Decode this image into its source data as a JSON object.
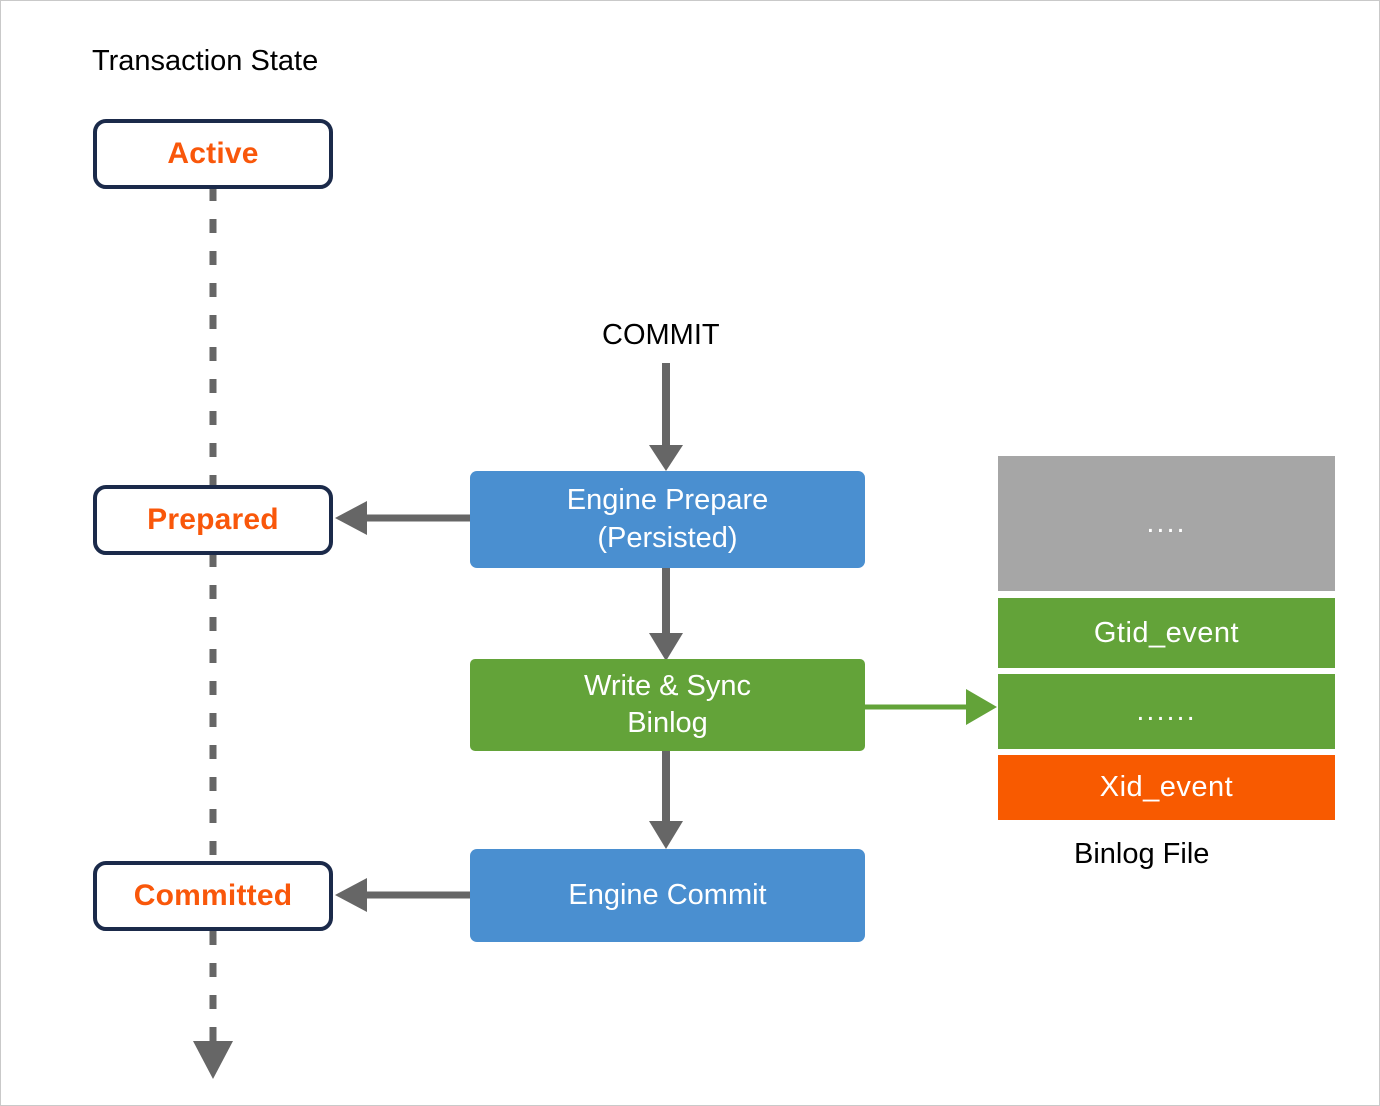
{
  "diagram": {
    "title_label": "Transaction State",
    "trigger_label": "COMMIT",
    "binlog_caption": "Binlog File"
  },
  "states": [
    {
      "id": "active",
      "label": "Active"
    },
    {
      "id": "prepared",
      "label": "Prepared"
    },
    {
      "id": "committed",
      "label": "Committed"
    }
  ],
  "process_steps": [
    {
      "id": "engine-prepare",
      "line1": "Engine Prepare",
      "line2": "(Persisted)",
      "color": "#4a8fd0"
    },
    {
      "id": "write-sync-binlog",
      "line1": "Write & Sync",
      "line2": "Binlog",
      "color": "#63a339"
    },
    {
      "id": "engine-commit",
      "line1": "Engine Commit",
      "line2": "",
      "color": "#4a8fd0"
    }
  ],
  "binlog_segments": [
    {
      "id": "other-events-top",
      "label": "....",
      "color": "#a6a6a6"
    },
    {
      "id": "gtid-event",
      "label": "Gtid_event",
      "color": "#63a339"
    },
    {
      "id": "row-events",
      "label": "......",
      "color": "#63a339"
    },
    {
      "id": "xid-event",
      "label": "Xid_event",
      "color": "#f85a00"
    }
  ],
  "colors": {
    "state_border": "#1b2a4a",
    "state_text": "#f9570a",
    "arrow_gray": "#666666",
    "arrow_green": "#63a339",
    "canvas_border": "#c9c9c9"
  }
}
